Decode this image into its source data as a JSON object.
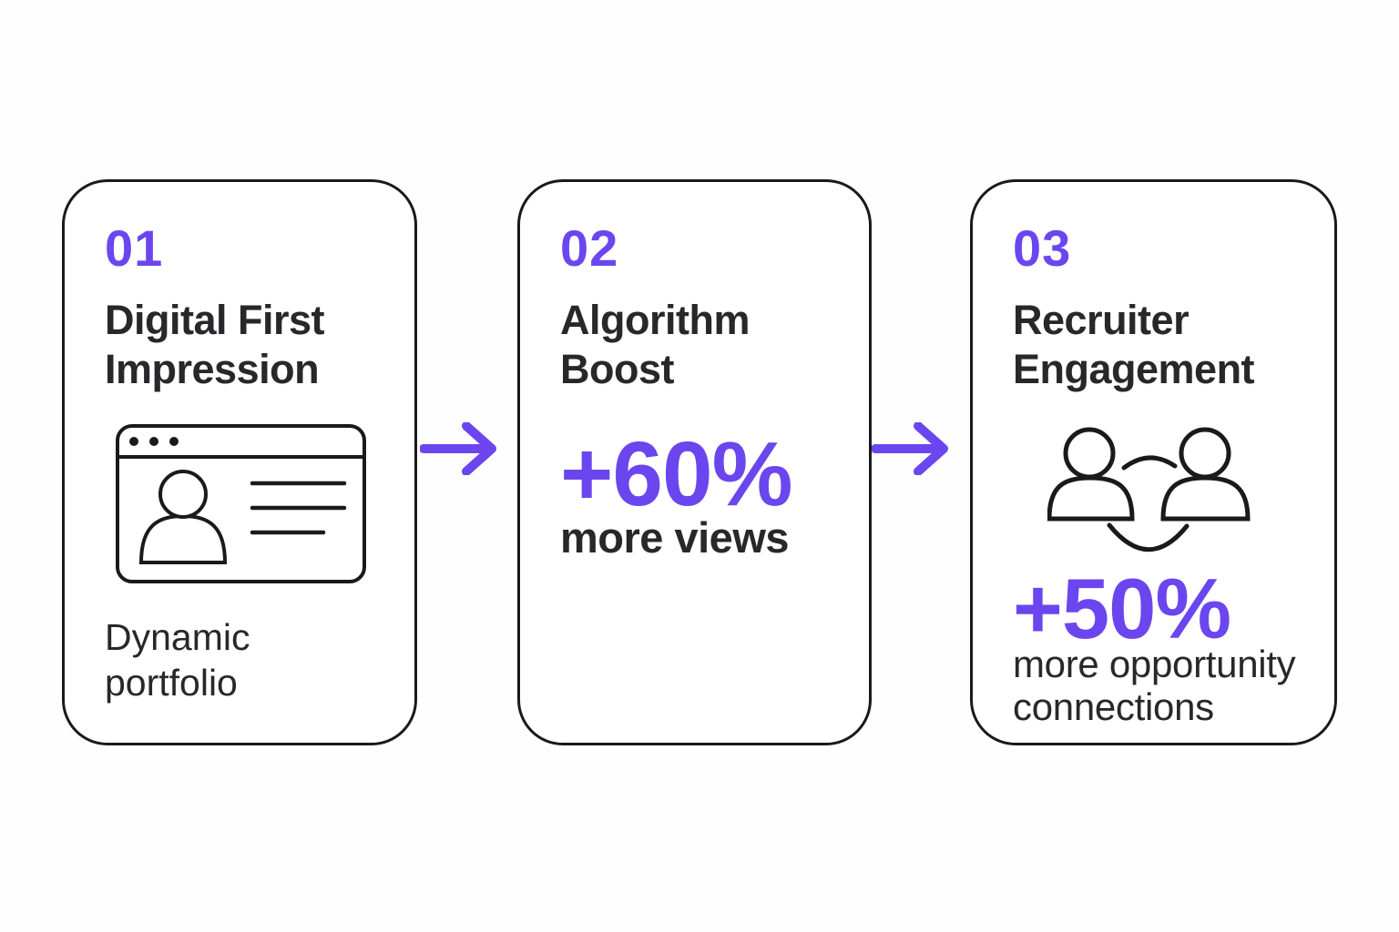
{
  "colors": {
    "accent": "#6B46EE",
    "text_dark": "#28282B",
    "icon_stroke": "#1A1A1A",
    "background": "#FEFEFE"
  },
  "steps": [
    {
      "number": "01",
      "title": "Digital First Impression",
      "icon": "browser-profile-icon",
      "caption": "Dynamic portfolio"
    },
    {
      "number": "02",
      "title": "Algorithm Boost",
      "stat": "+60%",
      "stat_caption": "more views"
    },
    {
      "number": "03",
      "title": "Recruiter Engagement",
      "icon": "people-connection-icon",
      "stat": "+50%",
      "stat_caption": "more opportunity connections"
    }
  ],
  "arrows": [
    {
      "icon": "arrow-right-icon"
    },
    {
      "icon": "arrow-right-icon"
    }
  ]
}
